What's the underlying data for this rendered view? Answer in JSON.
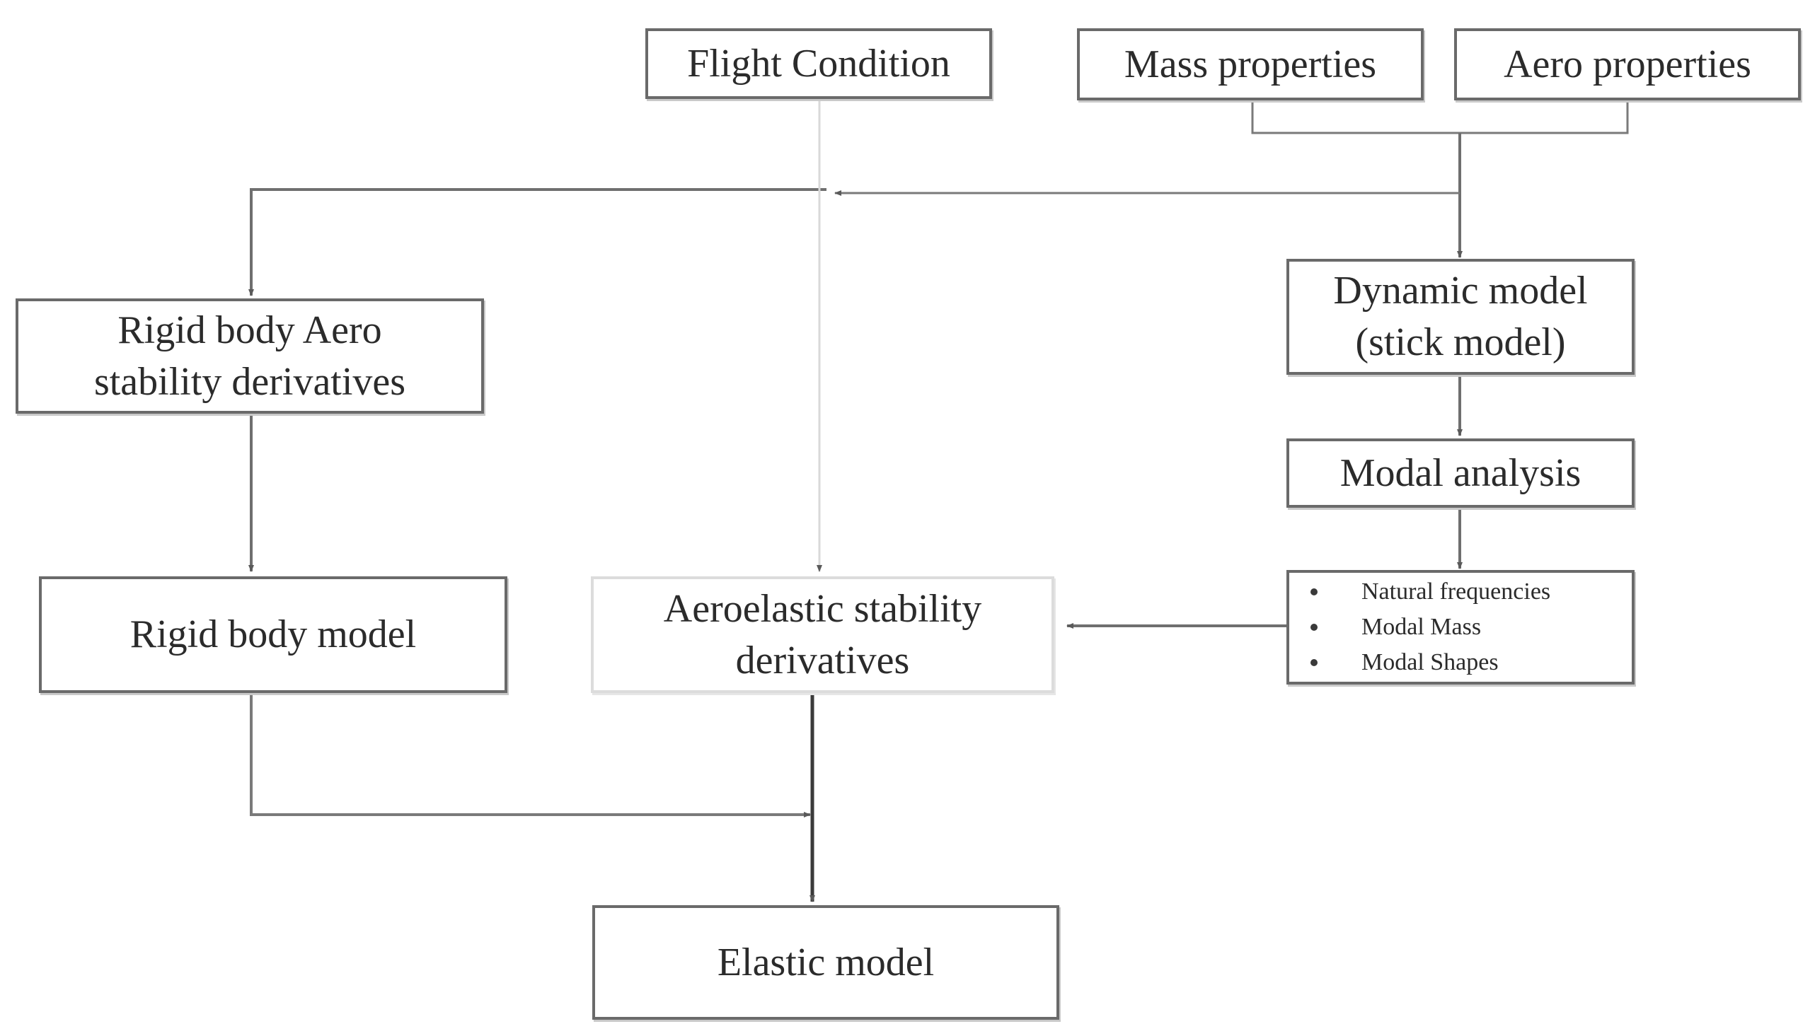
{
  "colors": {
    "box_border": "#6a6a6a",
    "connector": "#6f6f6f",
    "connector_dark": "#3a3a3a",
    "connector_faint": "#d9d9d9",
    "text": "#2b2b2b"
  },
  "nodes": {
    "flight_condition": "Flight Condition",
    "mass_properties": "Mass properties",
    "aero_properties": "Aero properties",
    "rigid_aero_derivatives": "Rigid body Aero\nstability derivatives",
    "dynamic_model": "Dynamic model\n(stick model)",
    "modal_analysis": "Modal analysis",
    "modal_outputs": [
      "Natural frequencies",
      "Modal Mass",
      "Modal Shapes"
    ],
    "rigid_body_model": "Rigid body model",
    "aeroelastic_derivatives": "Aeroelastic stability\nderivatives",
    "elastic_model": "Elastic model"
  }
}
